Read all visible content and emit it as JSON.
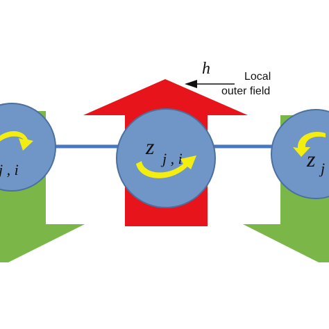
{
  "field": {
    "symbol": "h",
    "label_line1": "Local",
    "label_line2": "outer field"
  },
  "nodes": {
    "left": {
      "label_partial": "j , i"
    },
    "center": {
      "var": "z",
      "sub": "j , i"
    },
    "right": {
      "var": "z",
      "sub": "j"
    }
  },
  "colors": {
    "arrow_up": "#e8141b",
    "arrow_down": "#7ab648",
    "node_fill": "#7096c8",
    "node_stroke": "#4a70a0",
    "link": "#4a78c0",
    "rotation": "#f4ee10",
    "field_arrow": "#111111"
  }
}
